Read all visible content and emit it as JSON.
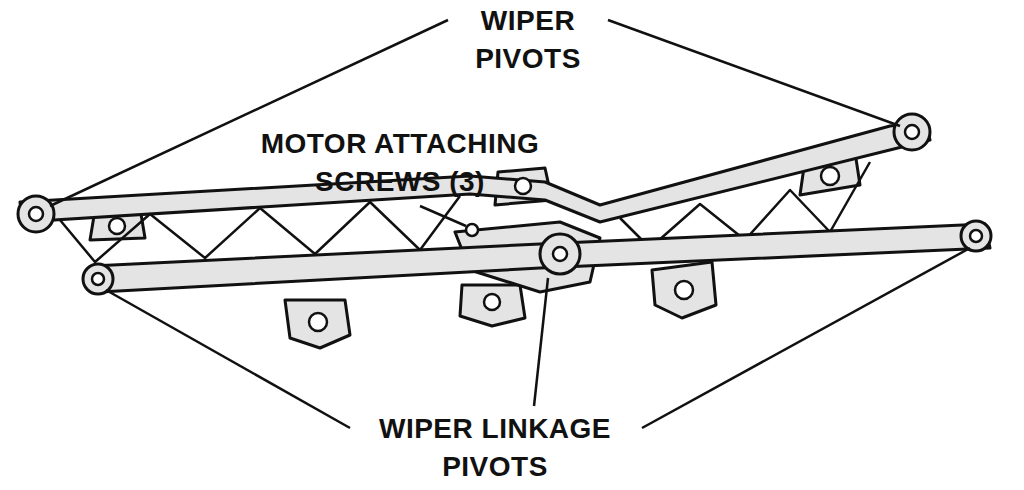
{
  "diagram": {
    "labels": [
      "WIPER PIVOTS",
      "MOTOR ATTACHING SCREWS (3)",
      "WIPER LINKAGE PIVOTS"
    ]
  }
}
